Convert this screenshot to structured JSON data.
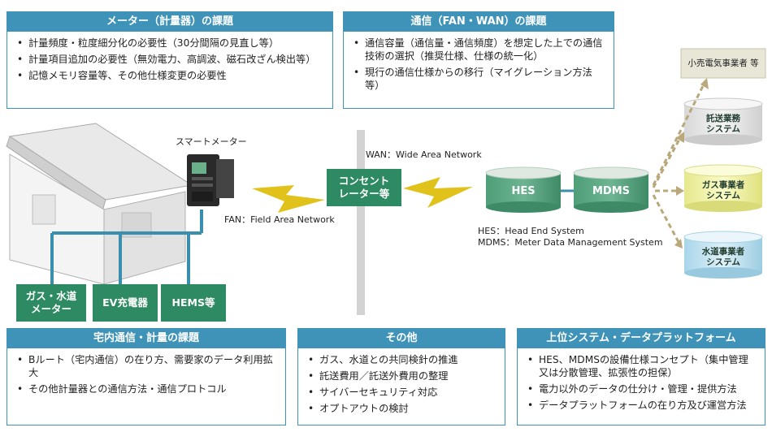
{
  "panels": {
    "meter": {
      "title": "メーター（計量器）の課題",
      "items": [
        "計量頻度・粒度細分化の必要性（30分間隔の見直し等）",
        "計量項目追加の必要性（無効電力、高調波、磁石改ざん検出等）",
        "記憶メモリ容量等、その他仕様変更の必要性"
      ]
    },
    "comm": {
      "title": "通信（FAN・WAN）の課題",
      "items": [
        "通信容量（通信量・通信頻度）を想定した上での通信技術の選択（推奨仕様、仕様の統一化）",
        "現行の通信仕様からの移行（マイグレーション方法等）"
      ]
    },
    "home": {
      "title": "宅内通信・計量の課題",
      "items": [
        "Bルート（宅内通信）の在り方、需要家のデータ利用拡大",
        "その他計量器との通信方法・通信プロトコル"
      ]
    },
    "other": {
      "title": "その他",
      "items": [
        "ガス、水道との共同検針の推進",
        "託送費用／託送外費用の整理",
        "サイバーセキュリティ対応",
        "オプトアウトの検討"
      ]
    },
    "upper": {
      "title": "上位システム・データプラットフォーム",
      "items": [
        "HES、MDMSの設備仕様コンセプト（集中管理又は分散管理、拡張性の担保）",
        "電力以外のデータの仕分け・管理・提供方法",
        "データプラットフォームの在り方及び運営方法"
      ]
    }
  },
  "diagram": {
    "smart_meter_label": "スマートメーター",
    "fan_label": "FAN：Field Area Network",
    "wan_label": "WAN：Wide Area Network",
    "concentrator": "コンセント\nレーター等",
    "hes": "HES",
    "mdms": "MDMS",
    "hes_def": "HES：Head End System",
    "mdms_def": "MDMS：Meter Data Management System",
    "retailer": "小売電気事業者 等",
    "targets": [
      "託送業務\nシステム",
      "ガス事業者\nシステム",
      "水道事業者\nシステム"
    ],
    "devices": [
      "ガス・水道\nメーター",
      "EV充電器",
      "HEMS等"
    ]
  },
  "colors": {
    "panel_header": "#3f93b8",
    "green": "#2e8a62",
    "bolt": "#e0c21a",
    "arrow": "#b9a87a",
    "line_blue": "#3a8fae"
  }
}
